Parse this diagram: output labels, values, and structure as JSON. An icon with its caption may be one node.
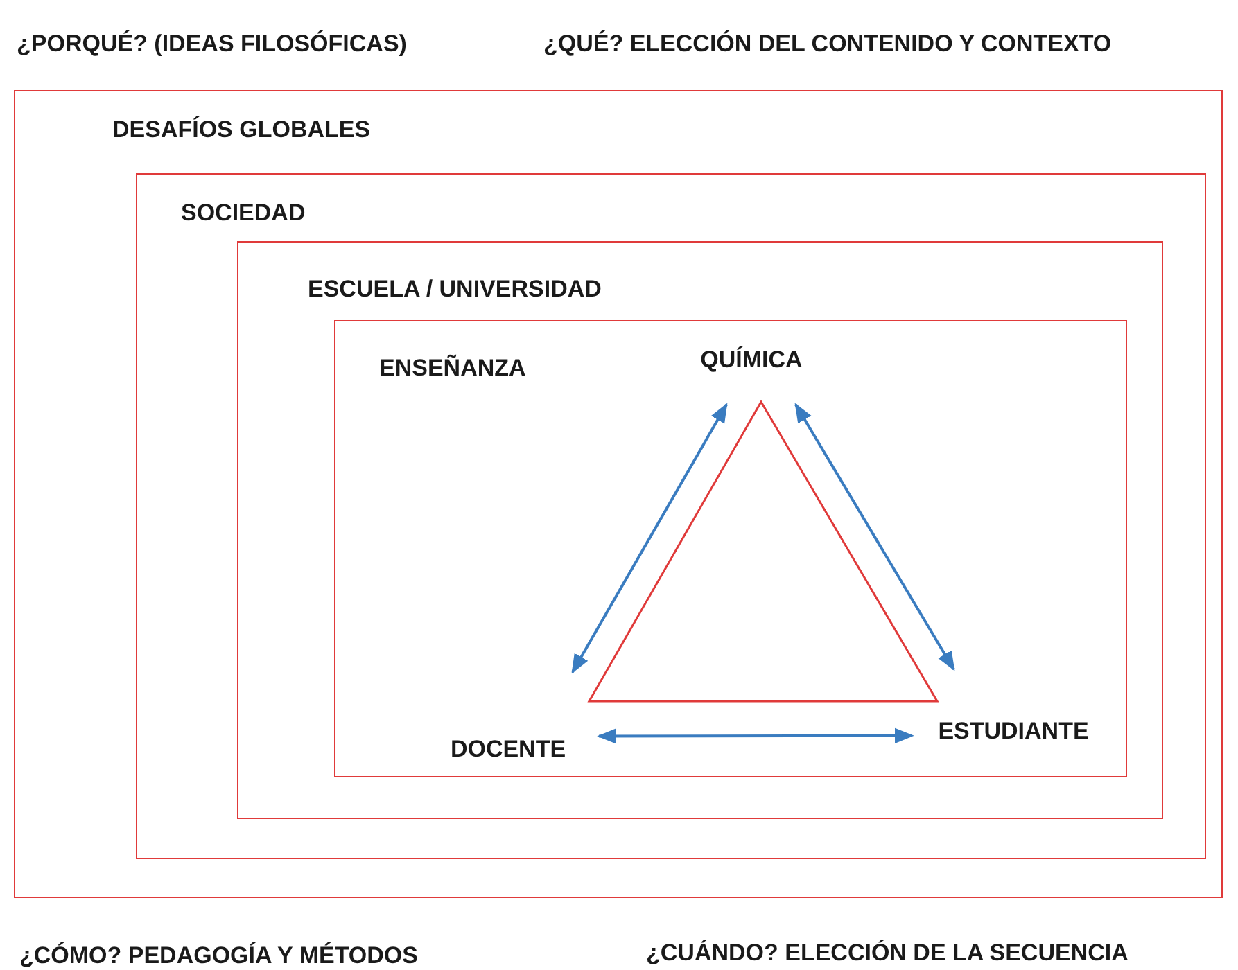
{
  "diagram": {
    "nodes": [
      {
        "text": [
          "DESAFÍOS GLOBALES"
        ]
      },
      {
        "text": [
          "SOCIEDAD"
        ],
        "in": 0
      },
      {
        "text": [
          "ESCUELA / UNIVERSIDAD"
        ],
        "in": 1
      },
      {
        "text": [
          "ENSEÑANZA"
        ],
        "in": 2
      },
      {
        "text": [
          "QUÍMICA"
        ],
        "in": 3
      },
      {
        "text": [
          "DOCENTE"
        ],
        "in": 3
      },
      {
        "text": [
          "ESTUDIANTE"
        ],
        "in": 3
      }
    ],
    "edges": [
      {
        "from": 4,
        "to": 5,
        "arrow": "both",
        "color": "#3a7cc0"
      },
      {
        "from": 4,
        "to": 6,
        "arrow": "both",
        "color": "#3a7cc0"
      },
      {
        "from": 5,
        "to": 6,
        "arrow": "both",
        "color": "#3a7cc0"
      }
    ],
    "labels": [
      "¿PORQUÉ? (IDEAS FILOSÓFICAS)",
      "¿QUÉ? ELECCIÓN DEL CONTENIDO Y CONTEXTO",
      "¿CÓMO? PEDAGOGÍA Y MÉTODOS",
      "¿CUÁNDO? ELECCIÓN DE LA SECUENCIA"
    ]
  }
}
